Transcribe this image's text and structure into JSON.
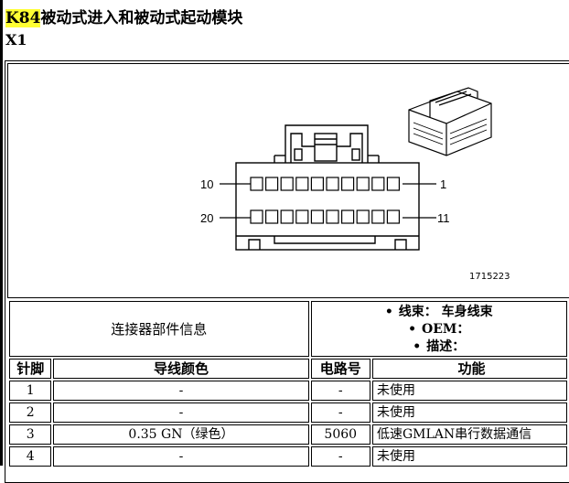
{
  "title": {
    "code": "K84",
    "name": "被动式进入和被动式起动模块"
  },
  "subtitle": "X1",
  "figure": {
    "pin_labels": {
      "top_left": "10",
      "top_right": "1",
      "bottom_left": "20",
      "bottom_right": "11"
    },
    "figure_id": "1715223"
  },
  "info": {
    "left": "连接器部件信息",
    "items": [
      {
        "label": "线束：",
        "value": "车身线束"
      },
      {
        "label": "OEM：",
        "value": ""
      },
      {
        "label": "描述：",
        "value": ""
      }
    ]
  },
  "table": {
    "headers": {
      "pin": "针脚",
      "color": "导线颜色",
      "circuit": "电路号",
      "function": "功能"
    },
    "rows": [
      {
        "pin": "1",
        "color": "-",
        "circuit": "-",
        "function": "未使用"
      },
      {
        "pin": "2",
        "color": "-",
        "circuit": "-",
        "function": "未使用"
      },
      {
        "pin": "3",
        "color": "0.35 GN（绿色）",
        "circuit": "5060",
        "function": "低速GMLAN串行数据通信"
      },
      {
        "pin": "4",
        "color": "-",
        "circuit": "-",
        "function": "未使用"
      }
    ]
  }
}
